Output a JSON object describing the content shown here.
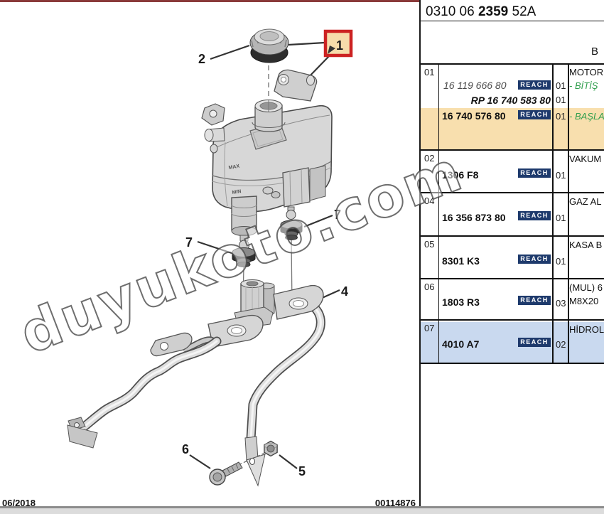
{
  "header": {
    "code_prefix": "0310 06",
    "code_bold": "2359",
    "code_suffix": "52A",
    "band_label": "B"
  },
  "reach_label": "REACH",
  "rows": {
    "r01": {
      "ref": "01",
      "desc_title": "MOTOR",
      "line1": {
        "part": "16 119 666 80",
        "qty": "01",
        "desc": "- BİTİŞ"
      },
      "line2": {
        "part": "RP 16 740 583 80",
        "qty": "01"
      },
      "line3": {
        "part": "16 740 576 80",
        "qty": "01",
        "desc": "- BAŞLA"
      }
    },
    "r02": {
      "ref": "02",
      "part": "1306 F8",
      "qty": "01",
      "desc": "VAKUM"
    },
    "r04": {
      "ref": "04",
      "part": "16 356 873 80",
      "qty": "01",
      "desc": "GAZ AL"
    },
    "r05": {
      "ref": "05",
      "part": "8301 K3",
      "qty": "01",
      "desc": "KASA B"
    },
    "r06": {
      "ref": "06",
      "part": "1803 R3",
      "qty": "03",
      "desc": "(MUL) 6",
      "desc2": "M8X20"
    },
    "r07": {
      "ref": "07",
      "part": "4010 A7",
      "qty": "02",
      "desc": "HİDROL"
    }
  },
  "diagram": {
    "labels": {
      "n1": "1",
      "n2": "2",
      "n4": "4",
      "n5": "5",
      "n6": "6",
      "n7": "7"
    },
    "tank_max": "MAX",
    "tank_min": "MIN"
  },
  "footer": {
    "date": "06/2018",
    "doc_number": "00114876"
  },
  "watermark_text": "duyukoto.com",
  "colors": {
    "accent_red": "#cc2222",
    "highlight_orange": "#f8dfae",
    "highlight_blue": "#c9d9ef",
    "reach_navy": "#1e3a6c",
    "green_text": "#2f9e4d",
    "maroon_line": "#8a3939"
  }
}
